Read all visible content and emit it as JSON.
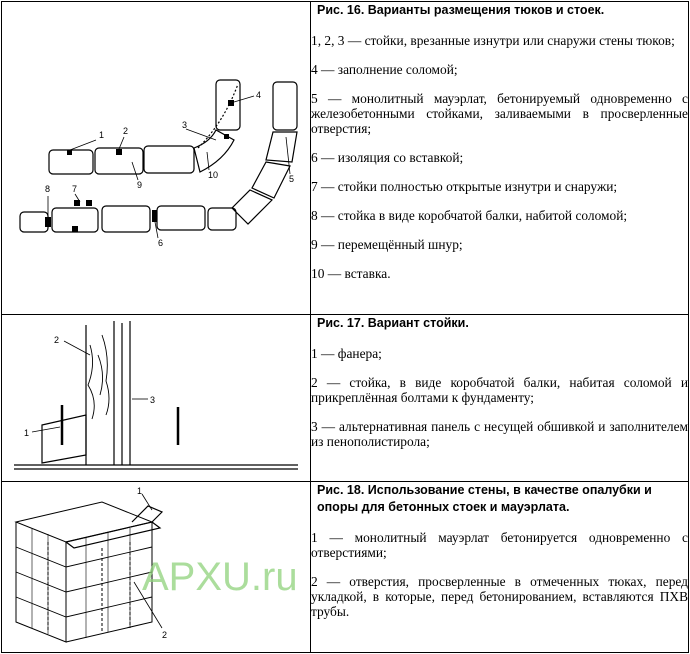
{
  "fig16": {
    "caption": "Рис. 16. Варианты размещения тюков и стоек.",
    "items": [
      "1, 2, 3 — стойки, врезанные изнутри или снаружи стены тюков;",
      "4 — заполнение соломой;",
      "5 — монолитный мауэрлат, бетонируемый одновременно с железобетонными стойками, заливаемыми в просверленные отверстия;",
      "6 — изоляция со вставкой;",
      "7 — стойки полностью открытые изнутри и снаружи;",
      "8 — стойка в виде коробчатой балки, набитой соломой;",
      "9 — перемещённый шнур;",
      "10 — вставка."
    ],
    "labels": [
      "1",
      "2",
      "3",
      "4",
      "5",
      "6",
      "7",
      "8",
      "9",
      "10"
    ]
  },
  "fig17": {
    "caption": "Рис. 17. Вариант стойки.",
    "items": [
      "1 — фанера;",
      "2 — стойка, в виде коробчатой балки, набитая соломой и прикреплённая болтами к фундаменту;",
      "3 — альтернативная панель с несущей обшивкой и заполнителем из пенополистирола;"
    ],
    "labels": [
      "1",
      "2",
      "3"
    ]
  },
  "fig18": {
    "caption": "Рис. 18. Использование стены, в качестве опалубки и опоры для бетонных стоек и мауэрлата.",
    "items": [
      "1 — монолитный мауэрлат бетонируется одновременно с отверстиями;",
      "2 — отверстия, просверленные в отмеченных тюках, перед укладкой, в которые, перед бетонированием, вставляются ПХВ трубы."
    ],
    "labels": [
      "1",
      "2"
    ],
    "watermark": "APXU.ru"
  }
}
